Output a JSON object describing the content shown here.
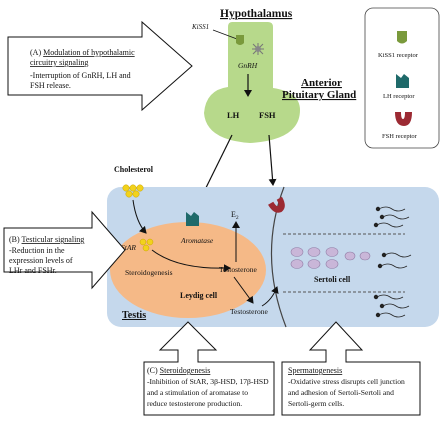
{
  "hypothalamus": {
    "title": "Hypothalamus",
    "kiss1": "KiSS1",
    "gnrh": "GnRH"
  },
  "pituitary": {
    "title_line1": "Anterior",
    "title_line2": "Pituitary Gland",
    "lh": "LH",
    "fsh": "FSH"
  },
  "legend": {
    "kiss1_receptor": "KiSS1 receptor",
    "lh_receptor": "LH receptor",
    "fsh_receptor": "FSH receptor",
    "colors": {
      "kiss1": "#7a9a3c",
      "lh": "#1f6a6a",
      "fsh": "#9c2a33"
    }
  },
  "box_a": {
    "prefix": "(A) ",
    "heading_line1": "Modulation of hypothalamic",
    "heading_line2": "circuitry signaling",
    "body_line1": "-Interruption of GnRH, LH and",
    "body_line2": "FSH release."
  },
  "box_b": {
    "prefix": "(B) ",
    "heading": "Testicular signaling",
    "body_line1": "-Reduction in the",
    "body_line2": "expression levels of",
    "body_line3": "LHr and FSHr."
  },
  "box_c": {
    "prefix": "(C) ",
    "heading": "Steroidogenesis",
    "body_line1": "-Inhibition of StAR, 3β-HSD, 17β-HSD",
    "body_line2": "and a stimulation of aromatase to",
    "body_line3": "reduce testosterone production."
  },
  "box_d": {
    "heading": "Spermatogenesis",
    "body_line1": "-Oxidative stress disrupts cell junction",
    "body_line2": "and adhesion of Sertoli-Sertoli and",
    "body_line3": "Sertoli-germ cells."
  },
  "testis": {
    "cholesterol": "Cholesterol",
    "star": "StAR",
    "steroidogenesis": "Steroidogenesis",
    "aromatase": "Aromatase",
    "e2": "E",
    "e2_sub": "2",
    "testosterone_inner": "Testosterone",
    "leydig_cell": "Leydig cell",
    "testosterone_outer": "Testosterone",
    "sertoli_cell": "Sertoli cell",
    "testis_label": "Testis",
    "colors": {
      "testis_bg": "#c5d8ec",
      "leydig": "#f5b987",
      "cholesterol": "#f2d21c",
      "cells": "#c9b6d8"
    }
  }
}
